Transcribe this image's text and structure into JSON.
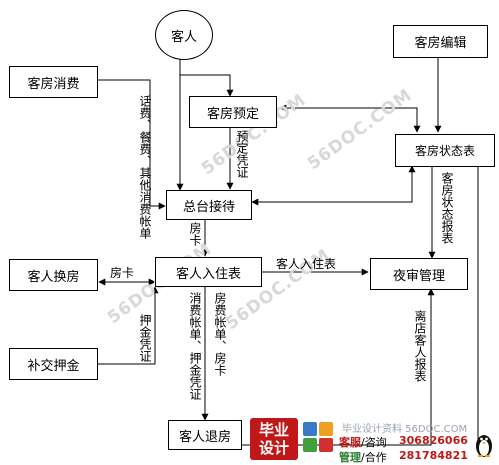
{
  "nodes": {
    "guest": "客人",
    "room_edit": "客房编辑",
    "room_consume": "客房消费",
    "reservation": "客房预定",
    "room_status": "客房状态表",
    "front_desk": "总台接待",
    "change_room": "客人换房",
    "check_in": "客人入住表",
    "night_audit": "夜审管理",
    "deposit": "补交押金",
    "checkout": "客人退房"
  },
  "edge_labels": {
    "consume_bills": "话费、餐费、其他消费帐单",
    "reservation_voucher": "预定凭证",
    "room_card_1": "房卡",
    "room_card_2": "房卡",
    "deposit_voucher": "押金凭证",
    "checkin_report": "客人入住表",
    "status_report": "客房状态报表",
    "checkout_items_a": "消费帐单、押金凭证",
    "checkout_items_b": "房费帐单、房卡",
    "departure_report": "离店客人报表"
  },
  "watermark": {
    "text": "56DOC.COM"
  },
  "logo": {
    "red_line1": "毕业",
    "red_line2": "设计",
    "site": "毕业设计资料 56DOC.COM",
    "service_label": "客服",
    "service_suffix": "/咨询",
    "service_qq": "306826066",
    "manage_label": "管理",
    "manage_suffix": "/合作",
    "manage_qq": "281784821"
  },
  "colors": {
    "line": "#000000",
    "watermark": "#d8d8d8",
    "logo_red": "#c01818"
  }
}
